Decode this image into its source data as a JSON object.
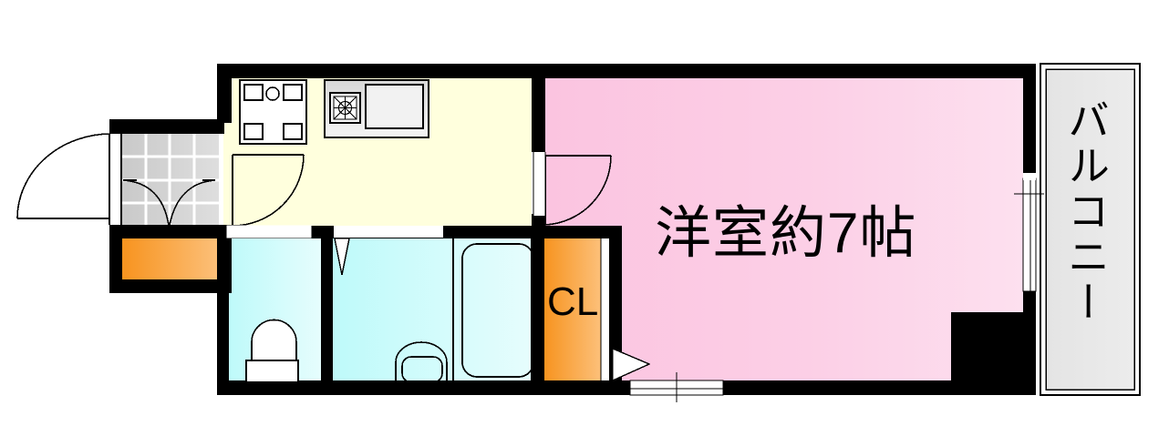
{
  "plan": {
    "title": "apartment-floor-plan",
    "rooms": [
      {
        "id": "main_room",
        "label": "洋室約7帖",
        "fill": "#fbc7e2",
        "kind": "western-room"
      },
      {
        "id": "closet",
        "label": "CL",
        "fill": "#f99c2e",
        "kind": "closet"
      },
      {
        "id": "balcony",
        "label": "バルコニー",
        "fill": "#e8e8e8",
        "kind": "balcony"
      },
      {
        "id": "kitchen_hall",
        "label": "",
        "fill": "#ffffdd",
        "kind": "kitchen-hallway"
      },
      {
        "id": "toilet",
        "label": "",
        "fill": "#c5fbfb",
        "kind": "toilet"
      },
      {
        "id": "bath",
        "label": "",
        "fill": "#c5fbfb",
        "kind": "bathroom"
      },
      {
        "id": "genkan",
        "label": "",
        "fill": "#d4d4d4",
        "kind": "entrance-tile"
      },
      {
        "id": "shoebox",
        "label": "",
        "fill": "#f99c2e",
        "kind": "shoe-cabinet"
      }
    ],
    "fixtures": [
      {
        "id": "washer_pan",
        "name": "washing-machine-pan"
      },
      {
        "id": "sink_counter",
        "name": "kitchen-sink-counter"
      },
      {
        "id": "stove",
        "name": "gas-stove-burner"
      },
      {
        "id": "toilet_bowl",
        "name": "toilet-fixture"
      },
      {
        "id": "wash_basin",
        "name": "wash-basin"
      },
      {
        "id": "bathtub",
        "name": "bathtub"
      },
      {
        "id": "entry_door",
        "name": "entry-door-swing"
      },
      {
        "id": "hall_door",
        "name": "hall-door-swing"
      },
      {
        "id": "room_door",
        "name": "room-door-swing"
      },
      {
        "id": "toilet_door",
        "name": "toilet-folding-door"
      },
      {
        "id": "bath_door",
        "name": "bath-folding-door"
      },
      {
        "id": "closet_door",
        "name": "closet-door"
      },
      {
        "id": "window_south",
        "name": "south-window"
      },
      {
        "id": "window_balcony",
        "name": "balcony-sliding-window"
      }
    ],
    "colors": {
      "wall": "#000000",
      "room_pink": "#fbc7e2",
      "room_pink_light": "#fdddec",
      "kitchen_cream": "#ffffdd",
      "bath_cyan": "#c5fbfb",
      "bath_cyan_light": "#e3fdfd",
      "closet_orange": "#f99c2e",
      "closet_orange_light": "#fcb866",
      "balcony_gray": "#e8e8e8",
      "genkan_gray": "#d4d4d4",
      "white": "#ffffff"
    }
  },
  "labels": {
    "main_room": "洋室約7帖",
    "closet": "CL",
    "balcony": "バルコニー"
  }
}
